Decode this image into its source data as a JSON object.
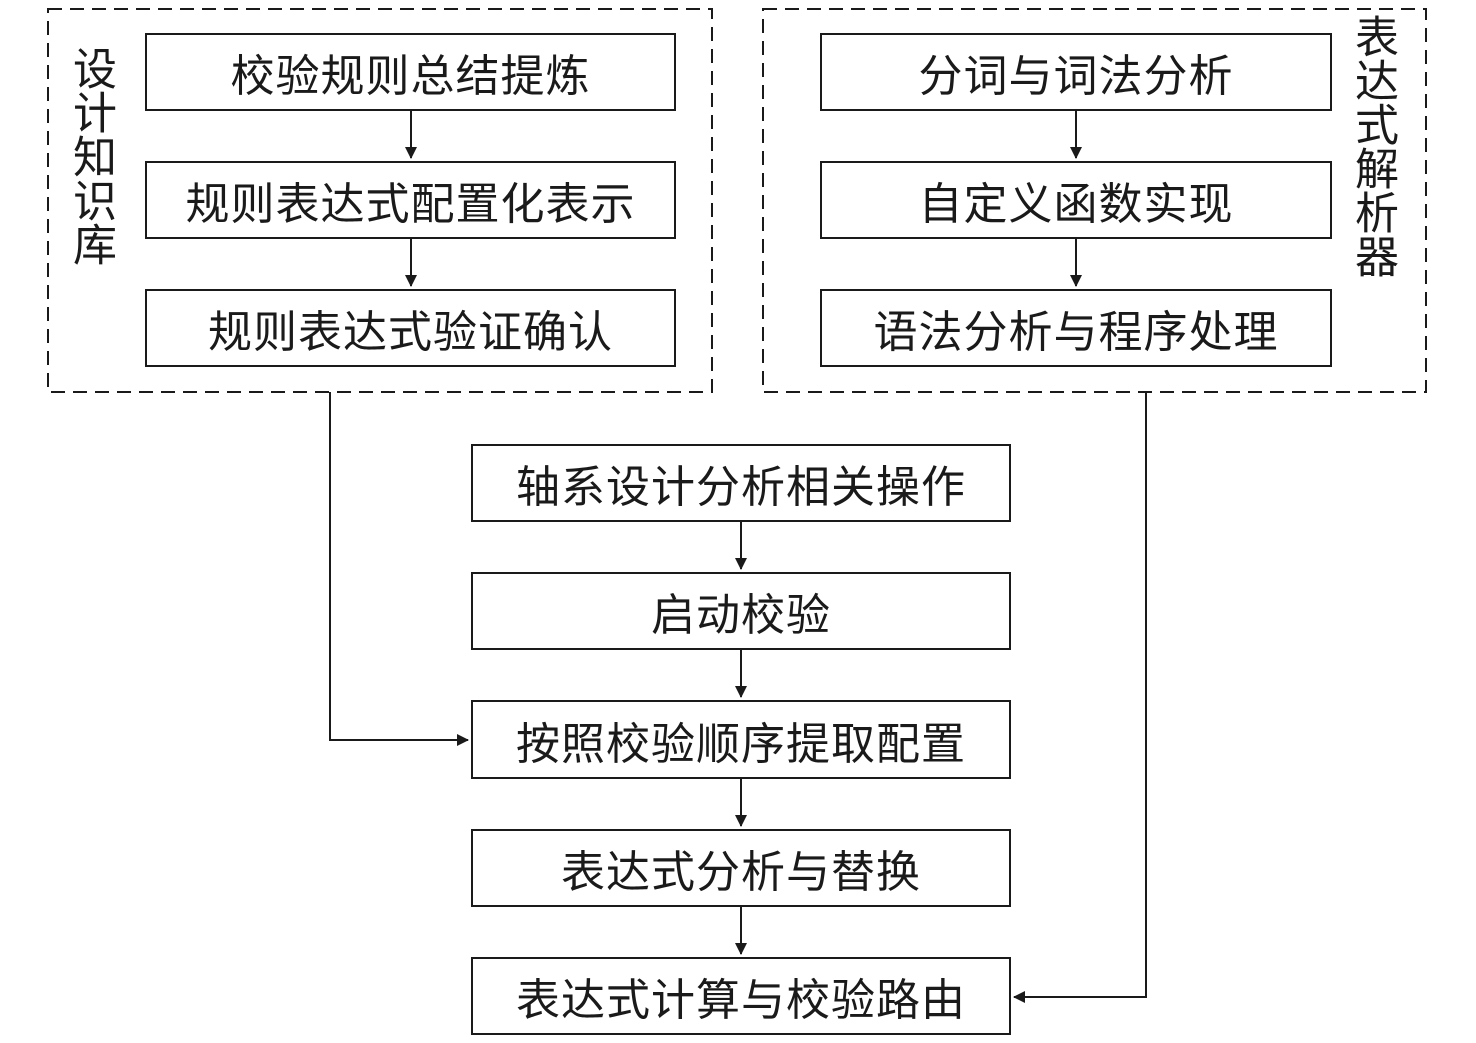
{
  "groups": {
    "design_knowledge_base": {
      "label": "设计知识库",
      "steps": [
        "校验规则总结提炼",
        "规则表达式配置化表示",
        "规则表达式验证确认"
      ]
    },
    "expression_parser": {
      "label": "表达式解析器",
      "steps": [
        "分词与词法分析",
        "自定义函数实现",
        "语法分析与程序处理"
      ]
    }
  },
  "main_flow": [
    "轴系设计分析相关操作",
    "启动校验",
    "按照校验顺序提取配置",
    "表达式分析与替换",
    "表达式计算与校验路由"
  ],
  "colors": {
    "stroke": "#1a1a1a",
    "background": "#ffffff"
  }
}
